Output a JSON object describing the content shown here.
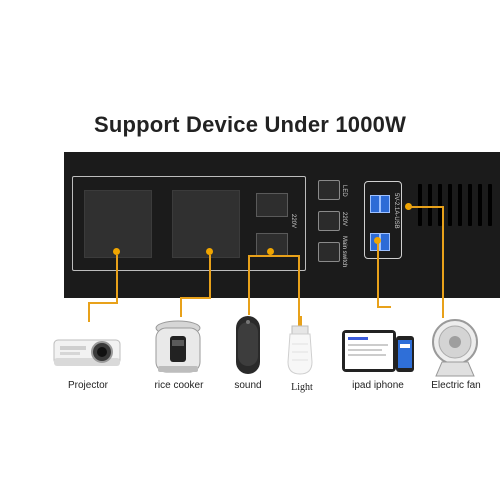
{
  "title": "Support Device Under 1000W",
  "panel": {
    "voltage_label": "220V",
    "usb_label": "5V-2.1A-USB",
    "switch_labels": [
      "LED",
      "220V",
      "Main switch"
    ]
  },
  "devices": [
    {
      "label": "Projector",
      "icon": "projector-icon"
    },
    {
      "label": "rice cooker",
      "icon": "rice-cooker-icon"
    },
    {
      "label": "sound",
      "icon": "speaker-icon"
    },
    {
      "label": "Light",
      "icon": "light-bulb-icon"
    },
    {
      "label": "ipad iphone",
      "icon": "tablet-phone-icon"
    },
    {
      "label": "Electric fan",
      "icon": "fan-icon"
    }
  ],
  "colors": {
    "accent": "#e8a11a",
    "panel": "#1b1b1b",
    "usb": "#2d6bd6"
  }
}
